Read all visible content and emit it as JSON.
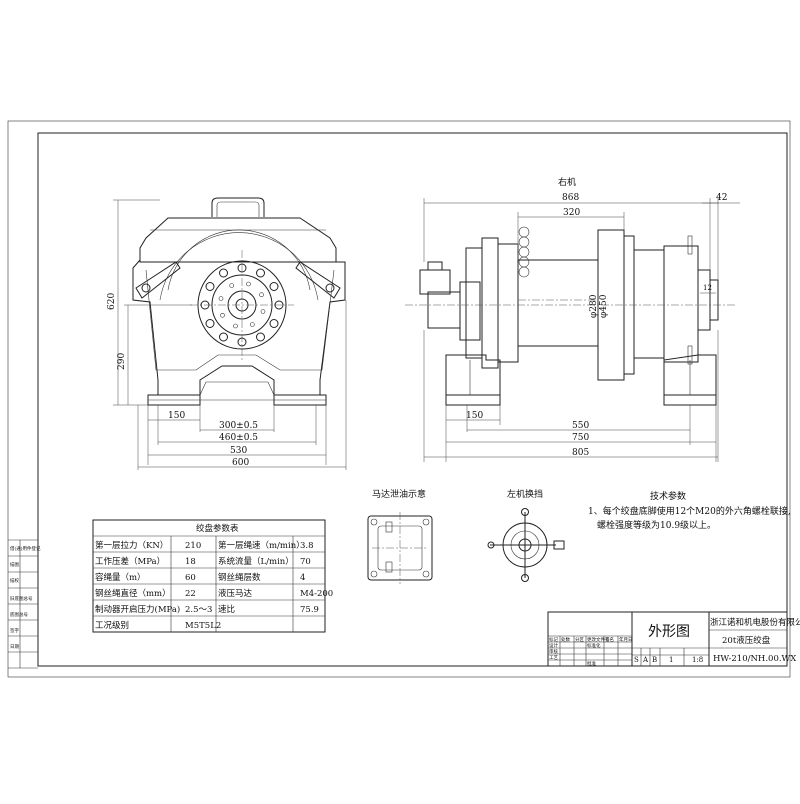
{
  "views": {
    "side_view_title": "右机",
    "motor_detail_title": "马达泄油示意",
    "left_machine_title": "左机换挡"
  },
  "front_dims": {
    "height_total": "620",
    "height_center": "290",
    "d150": "150",
    "d300": "300±0.5",
    "d460": "460±0.5",
    "d530": "530",
    "d600": "600"
  },
  "side_dims": {
    "d868": "868",
    "d320": "320",
    "d42": "42",
    "d12": "12",
    "dia_a": "φ280",
    "dia_b": "φ450",
    "d150": "150",
    "d550": "550",
    "d750": "750",
    "d805": "805"
  },
  "tech": {
    "title": "技术参数",
    "line1": "1、每个绞盘底脚使用12个M20的外六角螺栓联接,",
    "line2": "螺栓强度等级为10.9级以上。"
  },
  "param_table": {
    "title": "绞盘参数表",
    "rows": [
      [
        "第一层拉力（KN）",
        "210",
        "第一层绳速（m/min）",
        "3.8"
      ],
      [
        "工作压差（MPa）",
        "18",
        "系统流量（L/min）",
        "70"
      ],
      [
        "容绳量（m）",
        "60",
        "钢丝绳层数",
        "4"
      ],
      [
        "钢丝绳直径（mm）",
        "22",
        "液压马达",
        "M4-200"
      ],
      [
        "制动器开启压力(MPa)",
        "2.5～3",
        "速比",
        "75.9"
      ],
      [
        "工况级别",
        "M5T5L2",
        "",
        ""
      ]
    ]
  },
  "title_block": {
    "drawing_name": "外形图",
    "company": "浙江诺和机电股份有限公司",
    "product": "20t液压绞盘",
    "code": "HW-210/NH.00.WX",
    "scale": "1:8",
    "stage_letters": [
      "S",
      "A",
      "B"
    ],
    "sheet": "1",
    "sign_labels": [
      "标记",
      "处数",
      "分区",
      "更改文件号",
      "签名",
      "年月日",
      "设计",
      "标准化",
      "审核",
      "工艺",
      "批准"
    ]
  },
  "side_strip": {
    "labels": [
      "借(通)用件登记",
      "描图",
      "描校",
      "旧底图总号",
      "底图总号",
      "签字",
      "日期"
    ]
  }
}
